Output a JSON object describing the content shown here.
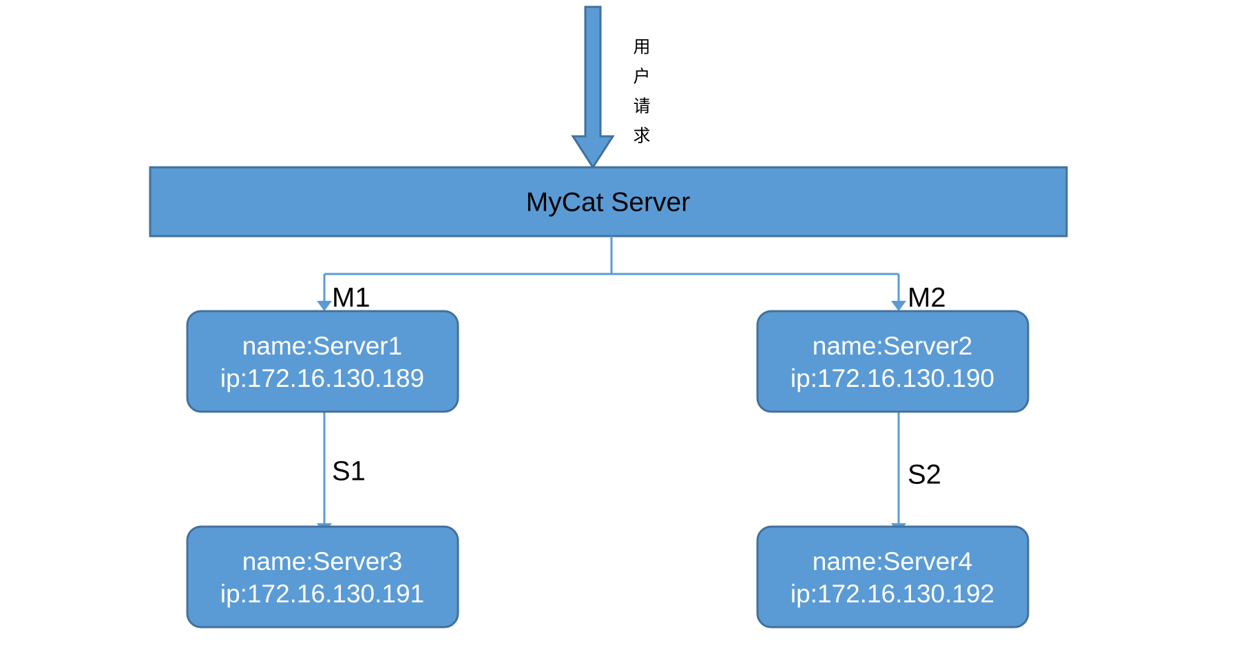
{
  "diagram": {
    "title": "MyCat Server master-slave topology",
    "colors": {
      "node_fill": "#5b9bd5",
      "node_stroke": "#41719c",
      "bar_fill": "#5b9bd5",
      "bar_stroke": "#41719c",
      "connector": "#5b9bd5",
      "node_text": "#ffffff",
      "label_text": "#000000",
      "background": "#ffffff"
    },
    "entry_arrow": {
      "label": "用户请求",
      "label_chars": [
        "用",
        "户",
        "请",
        "求"
      ],
      "direction": "down",
      "name": "user-request-arrow"
    },
    "bar": {
      "label": "MyCat Server",
      "name": "mycat-server-bar"
    },
    "edges": [
      {
        "id": "m1",
        "label": "M1",
        "from": "mycat-server",
        "to": "server1"
      },
      {
        "id": "m2",
        "label": "M2",
        "from": "mycat-server",
        "to": "server2"
      },
      {
        "id": "s1",
        "label": "S1",
        "from": "server1",
        "to": "server3"
      },
      {
        "id": "s2",
        "label": "S2",
        "from": "server2",
        "to": "server4"
      }
    ],
    "nodes": [
      {
        "id": "server1",
        "name_line": "name:Server1",
        "ip_line": "ip:172.16.130.189",
        "role": "master"
      },
      {
        "id": "server2",
        "name_line": "name:Server2",
        "ip_line": "ip:172.16.130.190",
        "role": "master"
      },
      {
        "id": "server3",
        "name_line": "name:Server3",
        "ip_line": "ip:172.16.130.191",
        "role": "slave"
      },
      {
        "id": "server4",
        "name_line": "name:Server4",
        "ip_line": "ip:172.16.130.192",
        "role": "slave"
      }
    ]
  }
}
